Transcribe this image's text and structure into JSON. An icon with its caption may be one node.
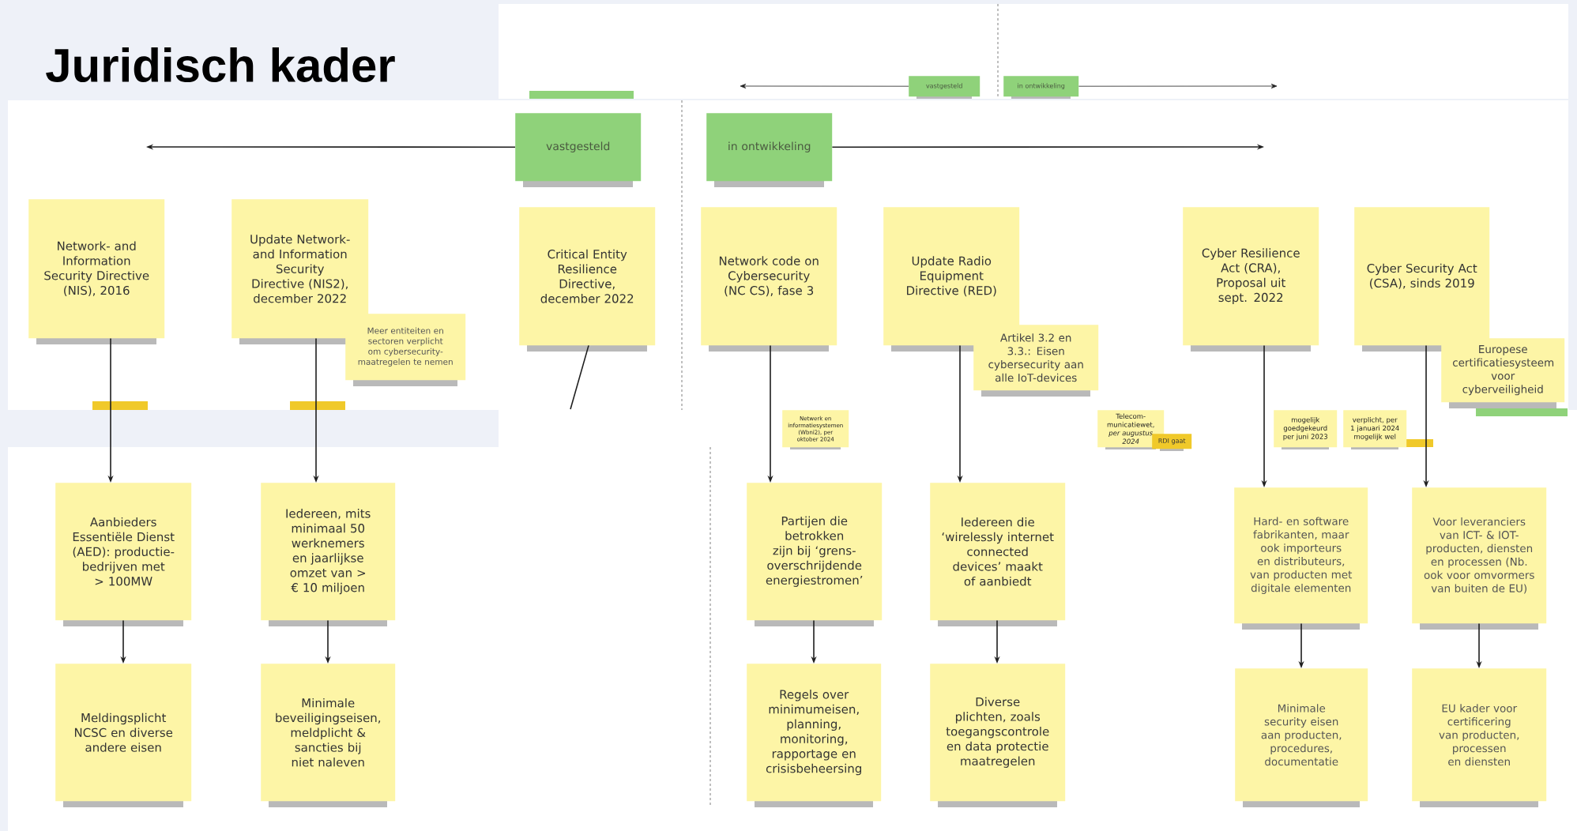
{
  "diagram": {
    "title": "Juridisch kader",
    "nodes": [
      {
        "text": [
          "vastgesteld"
        ]
      },
      {
        "text": [
          "in ontwikkeling"
        ]
      },
      {
        "text": [
          "Network- and Information Security Directive (NIS), 2016"
        ]
      },
      {
        "text": [
          "Update Network- and Information Security Directive (NIS2), december 2022"
        ]
      },
      {
        "text": [
          "Meer entiteiten en sectoren verplicht om cybersecurity- maatregelen te nemen"
        ]
      },
      {
        "text": [
          "Critical Entity Resilience Directive, december 2022"
        ]
      },
      {
        "text": [
          "Network code on Cybersecurity (NC CS), fase 3"
        ]
      },
      {
        "text": [
          "Update Radio Equipment Directive (RED)"
        ]
      },
      {
        "text": [
          "Artikel 3.2 en 3.3.: Eisen cybersecurity aan alle IoT-devices"
        ]
      },
      {
        "text": [
          "Cyber Resilience Act (CRA), Proposal uit sept. 2022"
        ]
      },
      {
        "text": [
          "Cyber Security Act (CSA), sinds 2019"
        ]
      },
      {
        "text": [
          "Europese certificatiesysteem voor cyberveiligheid"
        ]
      },
      {
        "text": [
          "Netwerk en informatiesystemen (Wbni2), per oktober 2024"
        ]
      },
      {
        "text": [
          "Telecom- municatiewet, *per augustus 2024*"
        ]
      },
      {
        "text": [
          "RDI gaat"
        ]
      },
      {
        "text": [
          "mogelijk goedgekeurd per juni 2023"
        ]
      },
      {
        "text": [
          "verplicht, per 1 januari 2024 mogelijk wel"
        ]
      },
      {
        "text": [
          "Aanbieders Essentiële Dienst (AED): productie- bedrijven met > 100MW"
        ]
      },
      {
        "text": [
          "Iedereen, mits minimaal 50 werknemers en jaarlijkse omzet van > € 10 miljoen"
        ]
      },
      {
        "text": [
          "Partijen die betrokken zijn bij ‘grens- overschrijdende energiestromen’"
        ]
      },
      {
        "text": [
          "Iedereen die ‘wirelessly internet connected devices’ maakt of aanbiedt"
        ]
      },
      {
        "text": [
          "Hard- en software fabrikanten, maar ook importeurs en distributeurs, van producten met digitale elementen"
        ]
      },
      {
        "text": [
          "Voor leveranciers van ICT- & IOT- producten, diensten en processen (Nb. ook voor omvormers van buiten de EU)"
        ]
      },
      {
        "text": [
          "Meldingsplicht NCSC en diverse andere eisen"
        ]
      },
      {
        "text": [
          "Minimale beveiligingseisen, meldplicht & sancties bij niet naleven"
        ]
      },
      {
        "text": [
          "Regels over minimumeisen, planning, monitoring, rapportage en crisisbeheersing"
        ]
      },
      {
        "text": [
          "Diverse plichten, zoals toegangscontrole en data protectie maatregelen"
        ]
      },
      {
        "text": [
          "Minimale security eisen aan producten, procedures, documentatie"
        ]
      },
      {
        "text": [
          "EU kader voor certificering van producten, processen en diensten"
        ]
      },
      {
        "text": [
          "vastgesteld"
        ]
      },
      {
        "text": [
          "in ontwikkeling"
        ]
      }
    ],
    "edges": [
      {
        "from": 0,
        "to": null,
        "arrow": "to"
      },
      {
        "from": 1,
        "to": null,
        "arrow": "to"
      },
      {
        "from": 29,
        "to": null,
        "arrow": "to"
      },
      {
        "from": 30,
        "to": null,
        "arrow": "to"
      },
      {
        "from": 5,
        "to": null,
        "arrow": "none"
      },
      {
        "from": 2,
        "to": 17,
        "arrow": "to"
      },
      {
        "from": 3,
        "to": 18,
        "arrow": "to"
      },
      {
        "from": 6,
        "to": 19,
        "arrow": "to"
      },
      {
        "from": 7,
        "to": 20,
        "arrow": "to"
      },
      {
        "from": 9,
        "to": 21,
        "arrow": "to"
      },
      {
        "from": 10,
        "to": 22,
        "arrow": "to"
      },
      {
        "from": 17,
        "to": 23,
        "arrow": "to"
      },
      {
        "from": 18,
        "to": 24,
        "arrow": "to"
      },
      {
        "from": 19,
        "to": 25,
        "arrow": "to"
      },
      {
        "from": 20,
        "to": 26,
        "arrow": "to"
      },
      {
        "from": 21,
        "to": 27,
        "arrow": "to"
      },
      {
        "from": 22,
        "to": 28,
        "arrow": "to"
      }
    ]
  }
}
